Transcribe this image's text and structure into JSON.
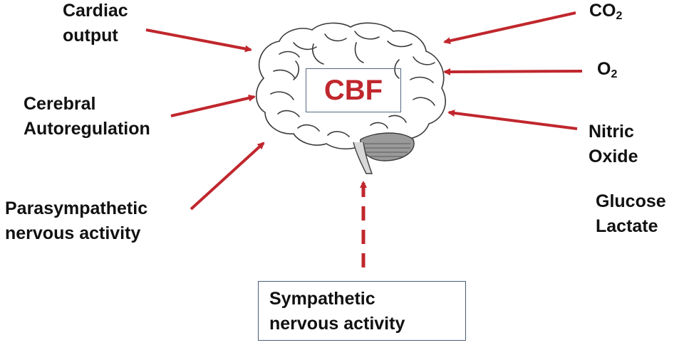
{
  "center": {
    "text": "CBF",
    "color": "#c0272d"
  },
  "factors": {
    "cardiac_output": {
      "line1": "Cardiac",
      "line2": "output"
    },
    "cerebral_autoregulation": {
      "line1": "Cerebral",
      "line2": "Autoregulation"
    },
    "parasympathetic": {
      "line1": "Parasympathetic",
      "line2": "nervous activity"
    },
    "co2": {
      "base": "CO",
      "subscript": "2"
    },
    "o2": {
      "base": "O",
      "subscript": "2"
    },
    "nitric_oxide": {
      "line1": "Nitric",
      "line2": "Oxide"
    },
    "glucose_lactate": {
      "line1": "Glucose",
      "line2": "Lactate"
    },
    "sympathetic": {
      "line1": "Sympathetic",
      "line2": "nervous activity"
    }
  },
  "colors": {
    "arrow": "#c0272d",
    "text": "#111111",
    "box_border": "#4a5d76"
  },
  "icons": {
    "brain": "brain-illustration-icon"
  }
}
